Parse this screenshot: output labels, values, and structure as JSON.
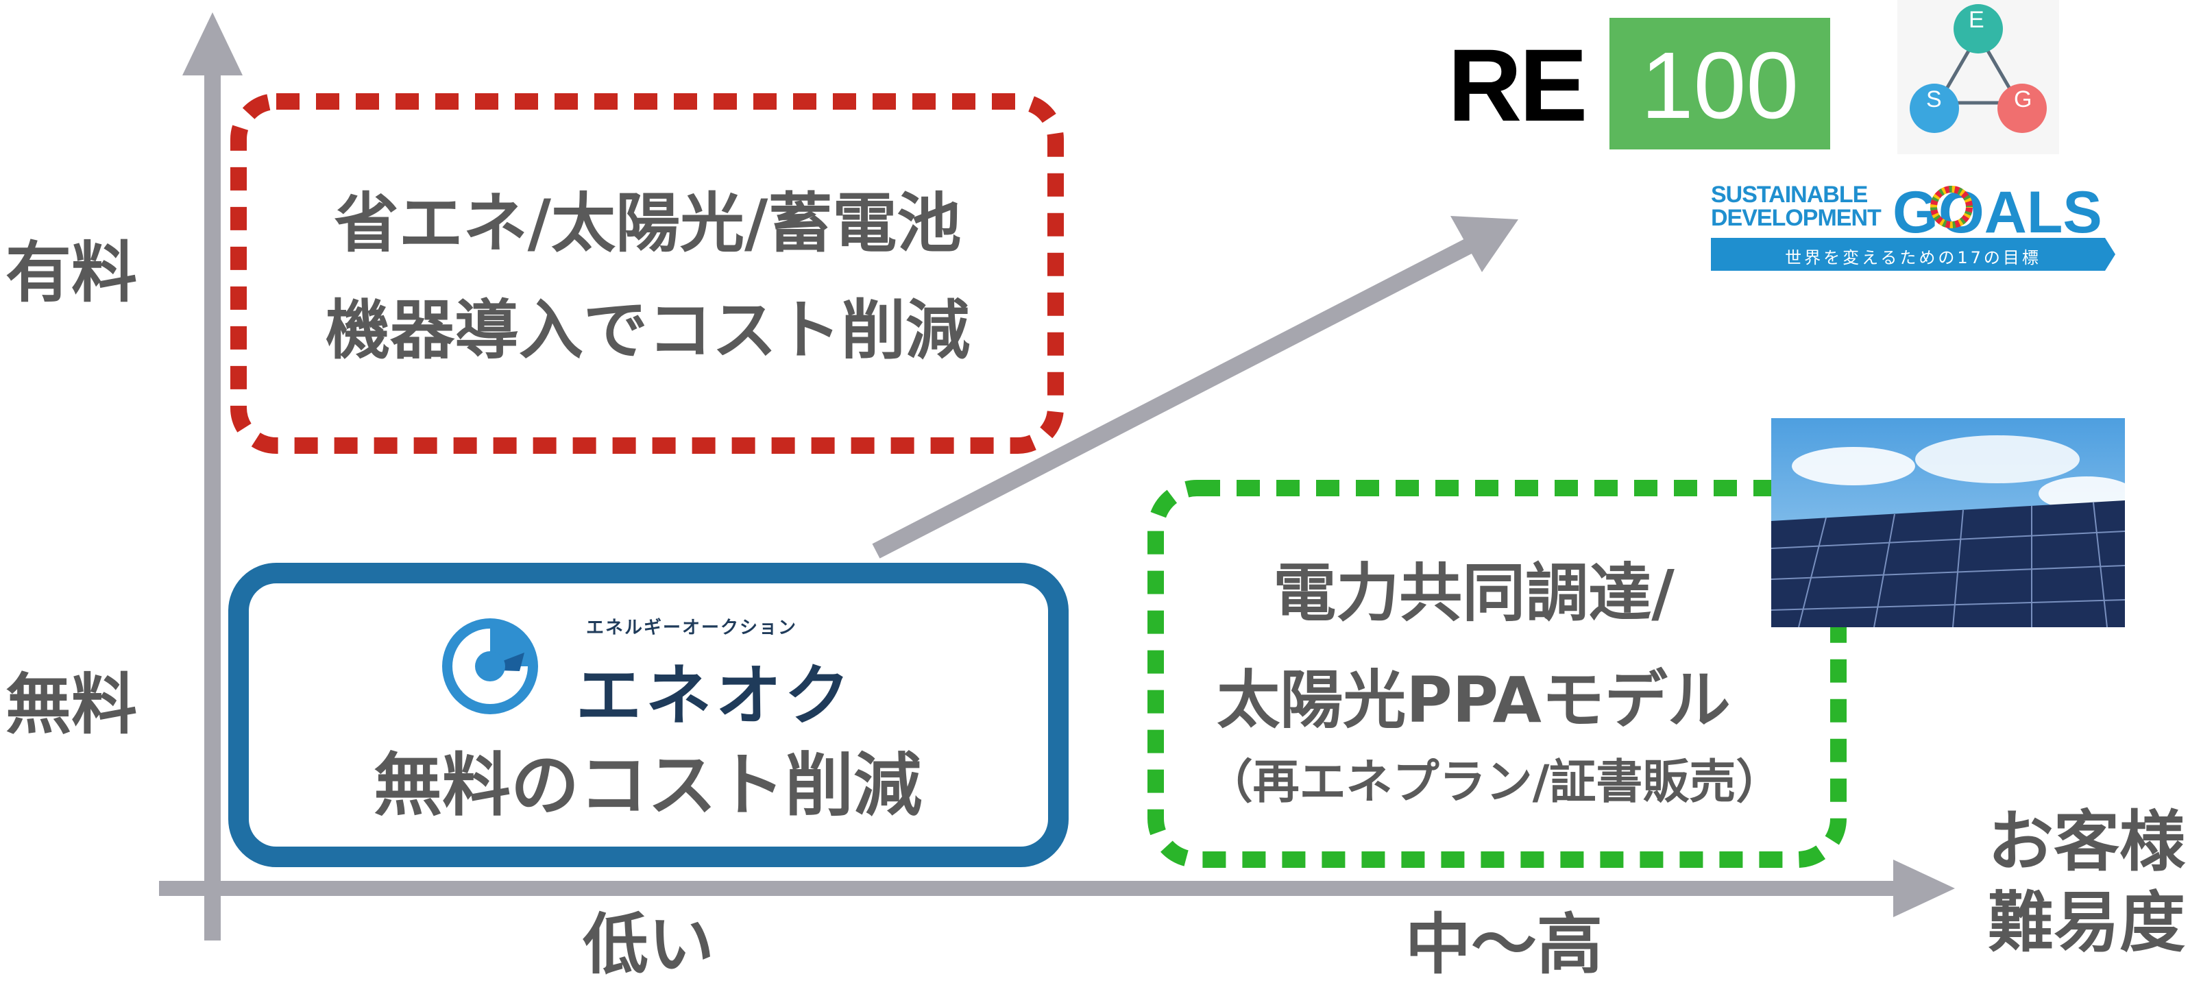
{
  "axes": {
    "y_top": "有料",
    "y_bottom": "無料",
    "x_low": "低い",
    "x_high": "中〜高",
    "x_title_line1": "お客様",
    "x_title_line2": "難易度"
  },
  "boxes": {
    "paid": {
      "line1": "省エネ/太陽光/蓄電池",
      "line2": "機器導入でコスト削減",
      "color": "#c8281e"
    },
    "free": {
      "logo_ruby": "エネルギーオークション",
      "logo_name": "エネオク",
      "text": "無料のコスト削減",
      "color": "#1f6fa4"
    },
    "mid": {
      "line1": "電力共同調達/",
      "line2": "太陽光PPAモデル",
      "line3": "（再エネプラン/証書販売）",
      "color": "#2ab52a"
    }
  },
  "logos": {
    "re100_left": "RE",
    "re100_right": "100",
    "re100_green": "#5cb85c",
    "esg_e": "E",
    "esg_s": "S",
    "esg_g": "G",
    "sdgs_line1": "SUSTAINABLE",
    "sdgs_line2": "DEVELOPMENT",
    "sdgs_goals": "GOALS",
    "sdgs_sub": "世界を変えるための17の目標",
    "sdgs_blue": "#1f8fcf"
  },
  "icons": {
    "solar": "solar-panel-photo",
    "enaoku": "enaoku-logo-icon"
  }
}
